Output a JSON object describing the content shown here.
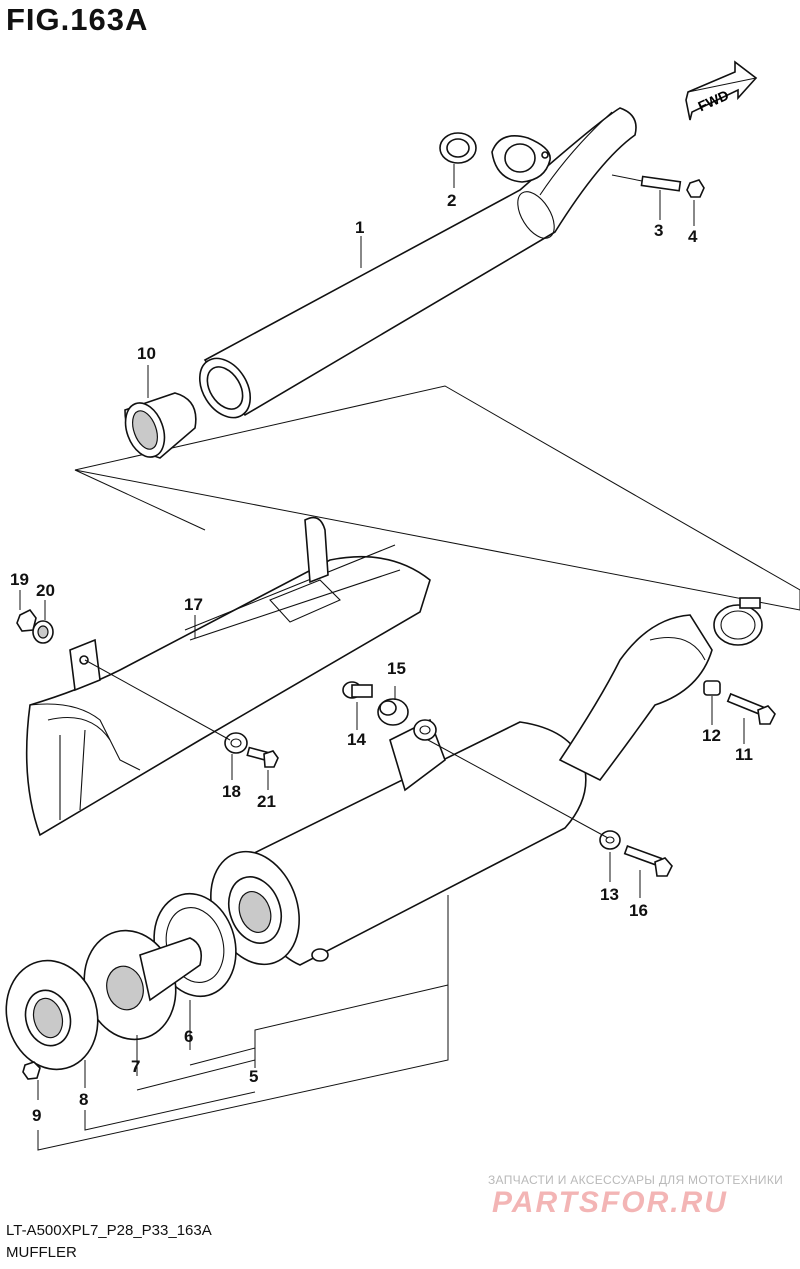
{
  "figure": {
    "title": "FIG.163A",
    "code": "LT-A500XPL7_P28_P33_163A",
    "name": "MUFFLER",
    "fwd_label": "FWD"
  },
  "callouts": [
    "1",
    "2",
    "3",
    "4",
    "5",
    "6",
    "7",
    "8",
    "9",
    "10",
    "11",
    "12",
    "13",
    "14",
    "15",
    "16",
    "17",
    "18",
    "19",
    "20",
    "21"
  ],
  "watermark": {
    "tagline": "ЗАПЧАСТИ И АКСЕССУАРЫ ДЛЯ МОТОТЕХНИКИ",
    "site": "PARTSFOR.RU"
  }
}
